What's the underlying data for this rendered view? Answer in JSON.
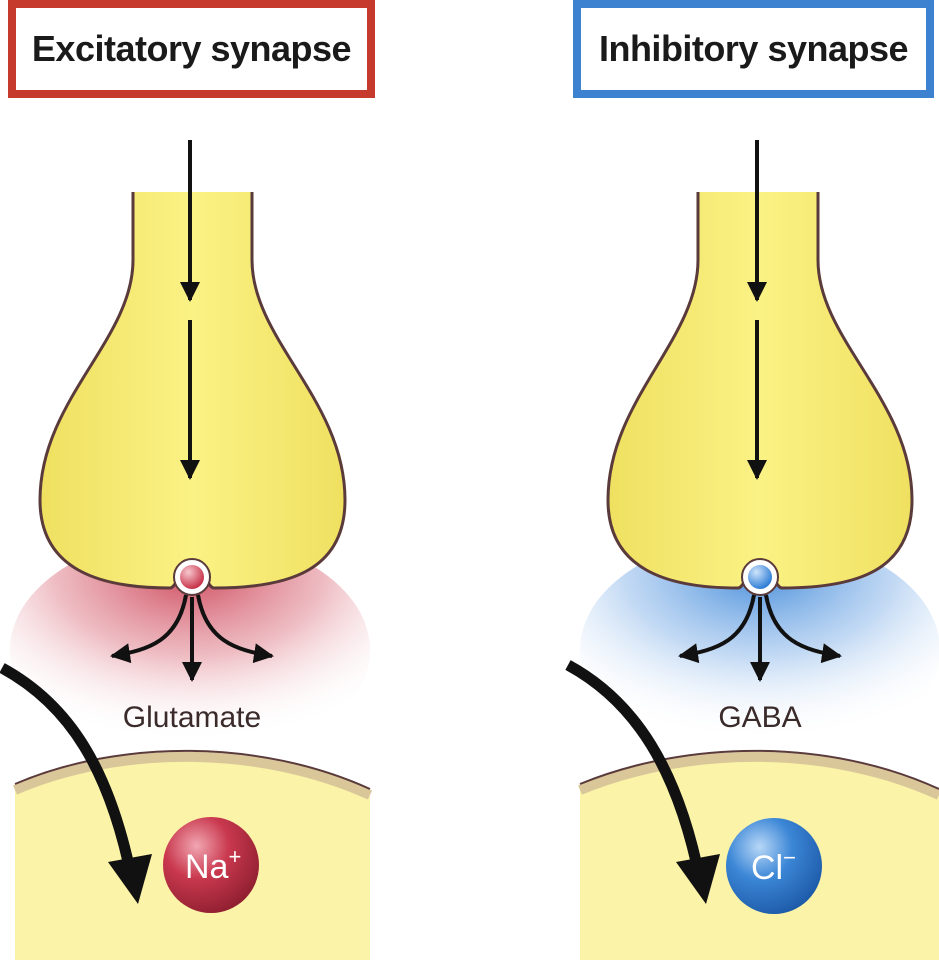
{
  "panels": {
    "excitatory": {
      "title": "Excitatory synapse",
      "neurotransmitter": "Glutamate",
      "ion": "Na",
      "ion_charge": "+",
      "accent_color": "#c63a2e",
      "vesicle_color": "#c8344a"
    },
    "inhibitory": {
      "title": "Inhibitory synapse",
      "neurotransmitter": "GABA",
      "ion": "Cl",
      "ion_charge": "−",
      "accent_color": "#3d82d0",
      "vesicle_color": "#2f7fd6"
    }
  },
  "colors": {
    "terminal_fill": "#f6ec74",
    "postsynaptic_fill": "#fbf3a8",
    "membrane": "#5a3a3a"
  }
}
